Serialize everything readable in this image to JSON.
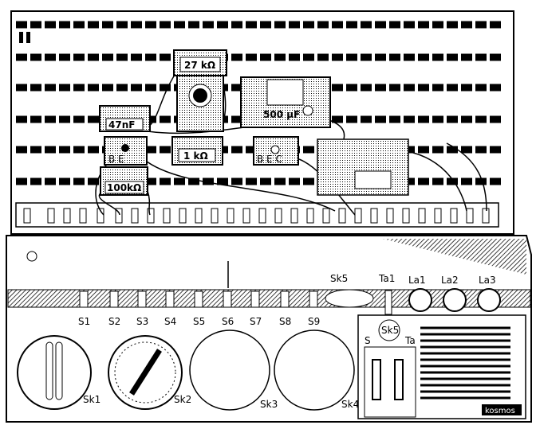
{
  "components": {
    "r27k": "27 kΩ",
    "cap500": "500 µF",
    "cap47n": "47nF",
    "r1k": "1 kΩ",
    "r100k": "100kΩ",
    "t1_pins": "B E",
    "t2_pins": "B E C"
  },
  "switches": [
    "S1",
    "S2",
    "S3",
    "S4",
    "S5",
    "S6",
    "S7",
    "S8",
    "S9"
  ],
  "dials": [
    "Sk1",
    "Sk2",
    "Sk3",
    "Sk4"
  ],
  "top_row": {
    "sk5": "Sk5",
    "ta1": "Ta1",
    "la1": "La1",
    "la2": "La2",
    "la3": "La3"
  },
  "panel": {
    "sk5": "Sk5",
    "s": "S",
    "ta": "Ta",
    "brand": "kosmos"
  },
  "colors": {
    "ink": "#000000",
    "paper": "#ffffff"
  }
}
